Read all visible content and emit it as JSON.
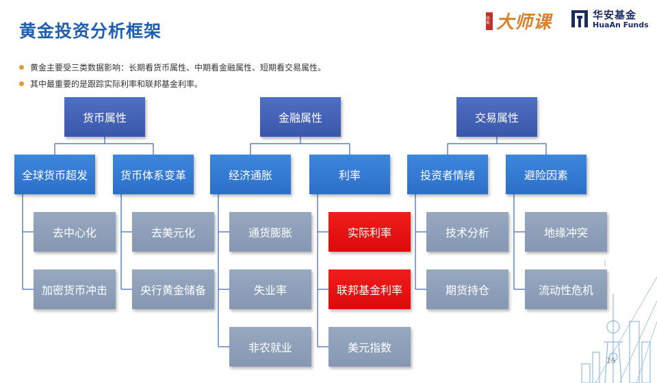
{
  "title": "黄金投资分析框架",
  "bullets": [
    "黄金主要受三类数据影响：长期看货币属性、中期看金融属性、短期看交易属性。",
    "其中最重要的是跟踪实际利率和联邦基金利率。"
  ],
  "logos": {
    "dashi_seal": "华安",
    "dashi_text": "大师课",
    "huaan_cn": "华安基金",
    "huaan_en": "HuaAn Funds"
  },
  "colors": {
    "title": "#1f5fae",
    "bullet_dot": "#e69a2c",
    "level1": "#3f5fb3",
    "level2": "#3079d6",
    "level3": "#8d9db7",
    "highlight": "#e8121b"
  },
  "tree": [
    {
      "label": "货币属性",
      "children": [
        {
          "label": "全球货币超发",
          "children": [
            {
              "label": "去中心化",
              "highlight": false
            },
            {
              "label": "加密货币冲击",
              "highlight": false
            }
          ]
        },
        {
          "label": "货币体系变革",
          "children": [
            {
              "label": "去美元化",
              "highlight": false
            },
            {
              "label": "央行黄金储备",
              "highlight": false
            }
          ]
        }
      ]
    },
    {
      "label": "金融属性",
      "children": [
        {
          "label": "经济通胀",
          "children": [
            {
              "label": "通货膨胀",
              "highlight": false
            },
            {
              "label": "失业率",
              "highlight": false
            },
            {
              "label": "非农就业",
              "highlight": false
            }
          ]
        },
        {
          "label": "利率",
          "children": [
            {
              "label": "实际利率",
              "highlight": true
            },
            {
              "label": "联邦基金利率",
              "highlight": true
            },
            {
              "label": "美元指数",
              "highlight": false
            }
          ]
        }
      ]
    },
    {
      "label": "交易属性",
      "children": [
        {
          "label": "投资者情绪",
          "children": [
            {
              "label": "技术分析",
              "highlight": false
            },
            {
              "label": "期货持仓",
              "highlight": false
            }
          ]
        },
        {
          "label": "避险因素",
          "children": [
            {
              "label": "地缘冲突",
              "highlight": false
            },
            {
              "label": "流动性危机",
              "highlight": false
            }
          ]
        }
      ]
    }
  ],
  "page_number": "15"
}
